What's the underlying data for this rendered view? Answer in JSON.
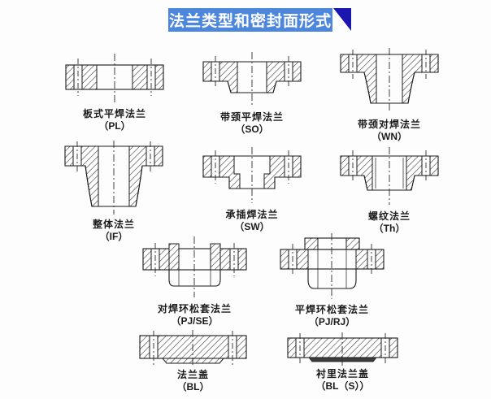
{
  "title": "法兰类型和密封面形式",
  "flanges": [
    {
      "name": "板式平焊法兰",
      "code": "（PL）"
    },
    {
      "name": "带颈平焊法兰",
      "code": "（SO）"
    },
    {
      "name": "带颈对焊法兰",
      "code": "（WN）"
    },
    {
      "name": "整体法兰",
      "code": "（IF）"
    },
    {
      "name": "承插焊法兰",
      "code": "（SW）"
    },
    {
      "name": "螺纹法兰",
      "code": "（Th）"
    },
    {
      "name": "对焊环松套法兰",
      "code": "（PJ/SE）"
    },
    {
      "name": "平焊环松套法兰",
      "code": "（PJ/RJ）"
    },
    {
      "name": "法兰盖",
      "code": "（BL）"
    },
    {
      "name": "衬里法兰盖",
      "code": "（BL（S））"
    }
  ],
  "colors": {
    "title_background": "#4c86dd",
    "title_fold": "#1c16b0",
    "title_text": "#ffffff",
    "line": "#1a1a1a"
  }
}
